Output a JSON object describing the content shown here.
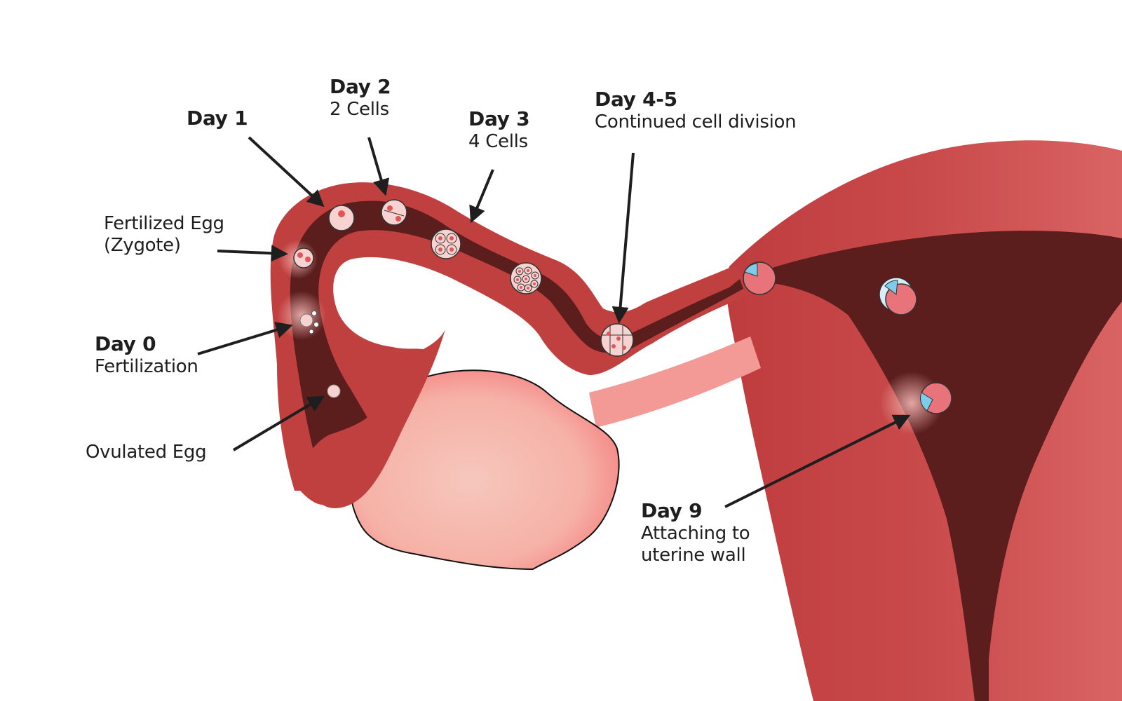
{
  "colors": {
    "tissue": "#c0403f",
    "tissue_light": "#e06a6a",
    "lumen": "#5c1d1d",
    "ovary": "#f6bdb2",
    "ovary_edge": "#f48080",
    "cell_fill": "#f6d3d0",
    "nucleus": "#e2545a",
    "blue": "#7ecbea",
    "arrow": "#1e1e1e"
  },
  "labels": {
    "fertilized": {
      "line1": "Fertilized Egg",
      "line2": "(Zygote)"
    },
    "day0": {
      "title": "Day 0",
      "subtitle": "Fertilization"
    },
    "ovulated": {
      "text": "Ovulated Egg"
    },
    "day1": {
      "title": "Day 1"
    },
    "day2": {
      "title": "Day 2",
      "subtitle": "2 Cells"
    },
    "day3": {
      "title": "Day 3",
      "subtitle": "4 Cells"
    },
    "day45": {
      "title": "Day 4-5",
      "subtitle": "Continued cell division"
    },
    "day9": {
      "title": "Day 9",
      "line1": "Attaching to",
      "line2": "uterine wall"
    }
  }
}
